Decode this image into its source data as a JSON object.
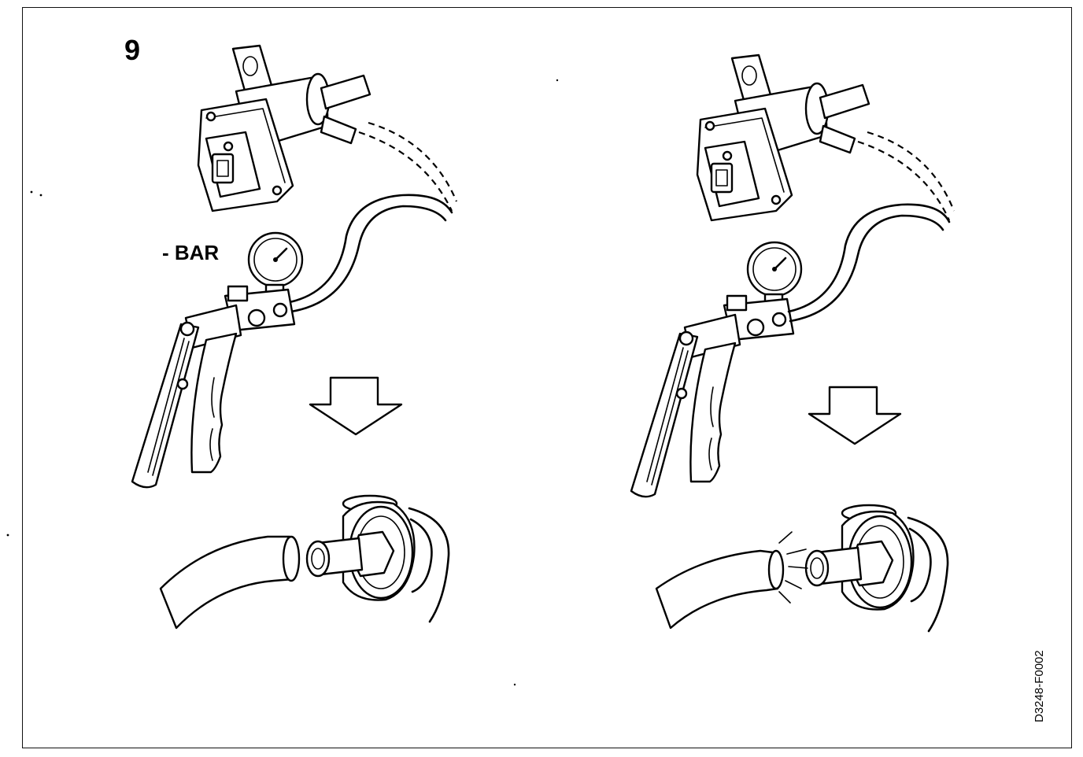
{
  "figure": {
    "step_number": "9",
    "gauge_label": "- BAR",
    "figure_code": "D3248-F0002"
  },
  "panels": [
    {
      "id": "left",
      "state": "sealed"
    },
    {
      "id": "right",
      "state": "leaking"
    }
  ]
}
